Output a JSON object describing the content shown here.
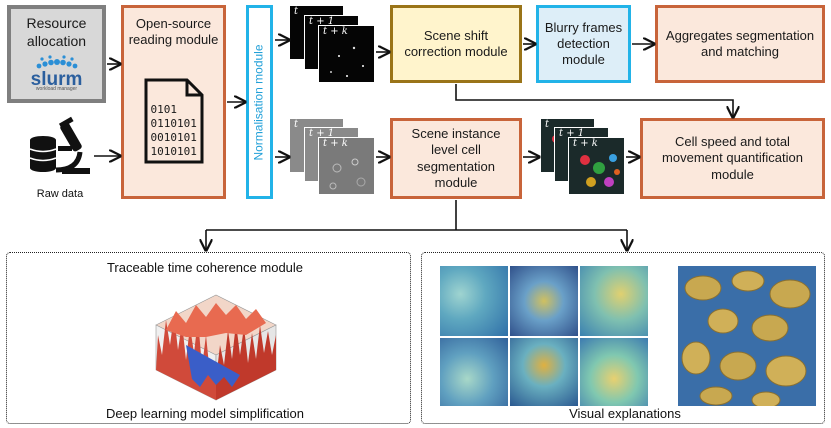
{
  "resource": {
    "title": "Resource allocation",
    "logo_text": "slurm",
    "logo_sub": "workload manager"
  },
  "raw_data": {
    "label": "Raw data"
  },
  "reading": {
    "title": "Open-source reading module",
    "binary": [
      "0101",
      "0110101",
      "0010101",
      "1010101"
    ]
  },
  "normalisation": {
    "label": "Normalisation module"
  },
  "frames": {
    "labels": [
      "t",
      "t + 1",
      "t + k"
    ]
  },
  "scene_shift": {
    "label": "Scene shift correction module"
  },
  "blurry": {
    "label": "Blurry frames detection module"
  },
  "aggregates": {
    "label": "Aggregates segmentation and matching"
  },
  "instance": {
    "label": "Scene instance level cell segmentation module"
  },
  "speed": {
    "label": "Cell speed and total movement quantification module"
  },
  "bottom_left": {
    "top_label": "Traceable time coherence module",
    "bottom_label": "Deep learning model simplification"
  },
  "bottom_right": {
    "label": "Visual explanations"
  },
  "colors": {
    "orange": "#c8643a",
    "blue": "#22b3e8",
    "yellow": "#9a7418",
    "gray": "#7f7f7f",
    "slurm_blue": "#2b8fd6"
  }
}
